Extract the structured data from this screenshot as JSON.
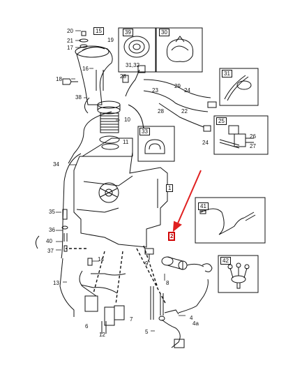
{
  "callouts": {
    "c1": "1",
    "c2": "2",
    "c4": "4",
    "c4a": "4a",
    "c5": "5",
    "c6": "6",
    "c7": "7",
    "c8": "8",
    "c9": "9",
    "c10": "10",
    "c11": "11",
    "c12": "12",
    "c13": "13",
    "c14": "14",
    "c15": "15",
    "c16": "16",
    "c17": "17",
    "c18": "18",
    "c19": "19",
    "c20": "20",
    "c21": "21",
    "c22": "22",
    "c23": "23",
    "c24a": "24",
    "c24b": "24",
    "c25": "25",
    "c26": "26",
    "c27": "27",
    "c28a": "28",
    "c28b": "28",
    "c29": "29",
    "c30": "30",
    "c31": "31",
    "c3132": "31,32",
    "c33": "33",
    "c34": "34",
    "c35": "35",
    "c36": "36",
    "c37": "37",
    "c38": "38",
    "c39": "39",
    "c40": "40",
    "c41": "41",
    "c42": "42"
  },
  "highlight": {
    "part": "2",
    "arrow_color": "#e02020"
  },
  "colors": {
    "line": "#111111",
    "highlight": "#d00000"
  }
}
